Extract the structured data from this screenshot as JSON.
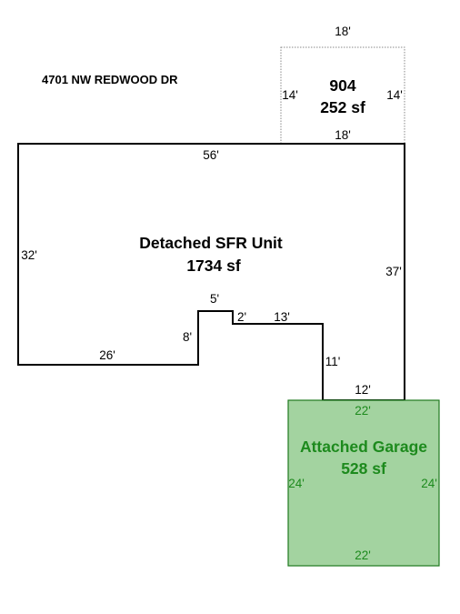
{
  "address": "4701 NW REDWOOD DR",
  "colors": {
    "outline": "#000000",
    "dotted_outline": "#888888",
    "garage_fill": "#a3d3a0",
    "garage_stroke": "#1f7a1f",
    "garage_text": "#1d8a1d"
  },
  "areas": {
    "main": {
      "label": "Detached SFR Unit",
      "area": "1734 sf"
    },
    "addition": {
      "label": "904",
      "area": "252 sf"
    },
    "garage": {
      "label": "Attached Garage",
      "area": "528 sf"
    }
  },
  "dimensions": {
    "main": {
      "top": "56'",
      "left": "32'",
      "right": "37'",
      "bottom_left": "26'",
      "step_up_left": "8'",
      "step_top": "5'",
      "step_down": "2'",
      "ledge": "13'",
      "drop": "11'",
      "bottom_right": "12'"
    },
    "addition": {
      "top": "18'",
      "bottom": "18'",
      "left": "14'",
      "right": "14'"
    },
    "garage": {
      "top": "22'",
      "bottom": "22'",
      "left": "24'",
      "right": "24'"
    }
  }
}
